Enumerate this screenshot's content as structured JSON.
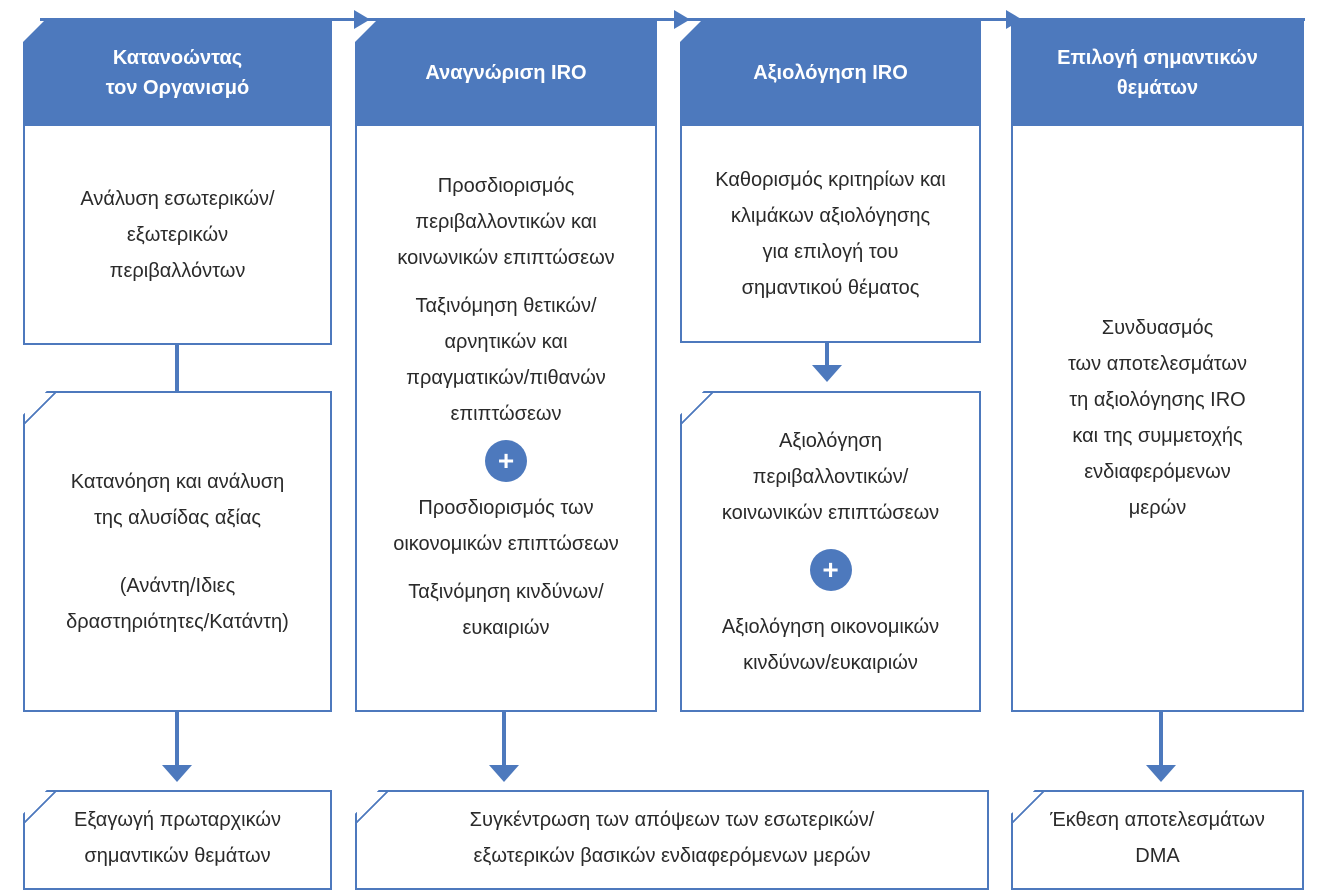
{
  "columns": [
    {
      "header": "Κατανοώντας\nτον Οργανισμό",
      "boxes": [
        "Ανάλυση εσωτερικών/\nεξωτερικών\nπεριβαλλόντων",
        "Κατανόηση και ανάλυση\nτης αλυσίδας αξίας",
        "(Ανάντη/Ιδιες\nδραστηριότητες/Κατάντη)"
      ],
      "output": "Εξαγωγή πρωταρχικών\nσημαντικών θεμάτων"
    },
    {
      "header": "Αναγνώριση IRO",
      "items": [
        "Προσδιορισμός\nπεριβαλλοντικών και\nκοινωνικών επιπτώσεων",
        "Ταξινόμηση θετικών/\nαρνητικών και\nπραγματικών/πιθανών\nεπιπτώσεων",
        "+",
        "Προσδιορισμός των\nοικονομικών επιπτώσεων",
        "Ταξινόμηση κινδύνων/\nευκαιριών"
      ],
      "output": "Συγκέντρωση των απόψεων των εσωτερικών/\nεξωτερικών βασικών ενδιαφερόμενων μερών"
    },
    {
      "header": "Αξιολόγηση IRO",
      "boxes": [
        "Καθορισμός κριτηρίων και\nκλιμάκων αξιολόγησης\nγια επιλογή του\nσημαντικού θέματος",
        "Αξιολόγηση\nπεριβαλλοντικών/\nκοινωνικών επιπτώσεων",
        "+",
        "Αξιολόγηση οικονομικών\nκινδύνων/ευκαιριών"
      ]
    },
    {
      "header": "Επιλογή σημαντικών\nθεμάτων",
      "boxes": [
        "Συνδυασμός\nτων αποτελεσμάτων\nτη αξιολόγησης IRO\nκαι της συμμετοχής\nενδιαφερόμενων\nμερών"
      ],
      "output": "Έκθεση αποτελεσμάτων\nDMA"
    }
  ],
  "colors": {
    "accent": "#4d79bd",
    "text": "#2a2a2a"
  }
}
